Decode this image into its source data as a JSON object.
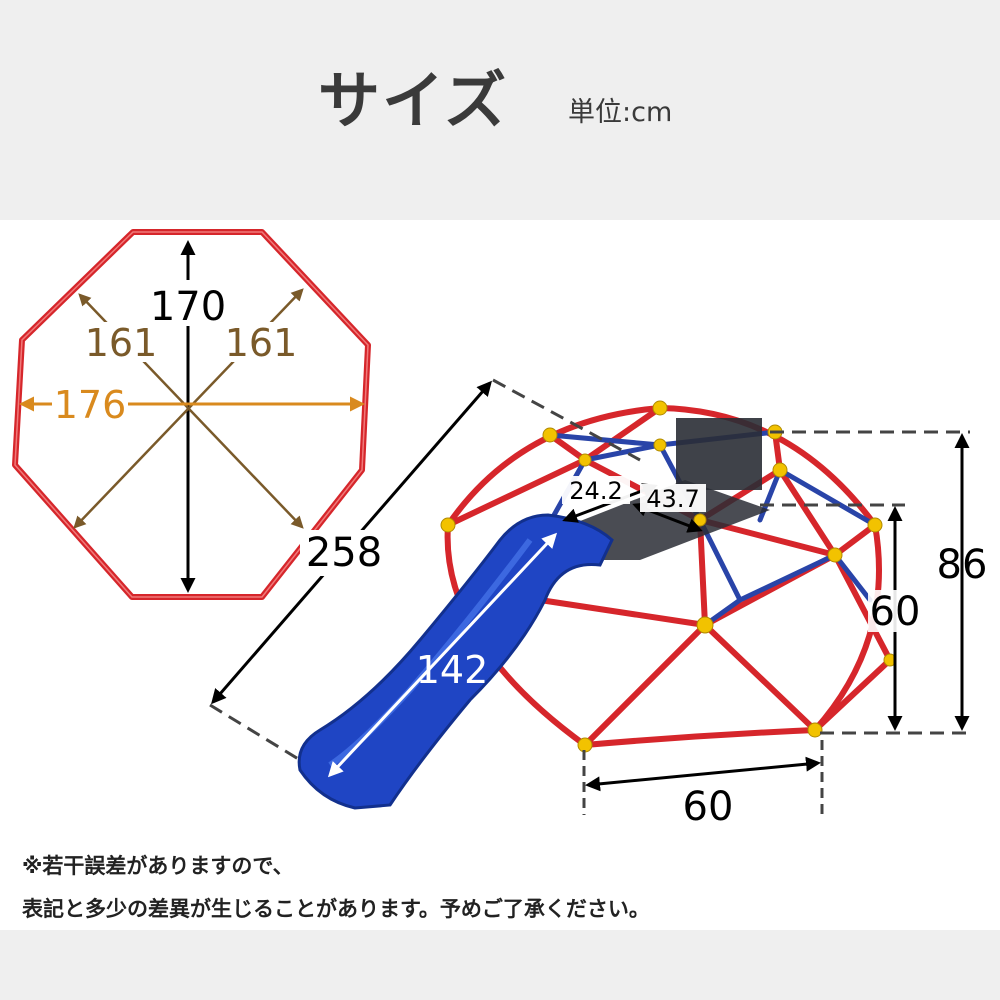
{
  "header": {
    "title": "サイズ",
    "unit": "単位:cm"
  },
  "top_view": {
    "height": "170",
    "diag_left": "161",
    "diag_right": "161",
    "width": "176"
  },
  "side_view": {
    "slide_span": "258",
    "slide_length": "142",
    "deck_width": "24.2",
    "deck_length": "43.7",
    "total_height": "86",
    "platform_height": "60",
    "base_width": "60"
  },
  "footer": {
    "line1": "※若干誤差がありますので、",
    "line2": "表記と多少の差異が生じることがあります。予めご了承ください。"
  },
  "colors": {
    "frame_red": "#d6262b",
    "frame_blue": "#2944a8",
    "slide_blue": "#1f45c4",
    "joint_yellow": "#f2c200",
    "diagonal_brown": "#7a5a2a",
    "width_orange": "#d98a1e"
  }
}
